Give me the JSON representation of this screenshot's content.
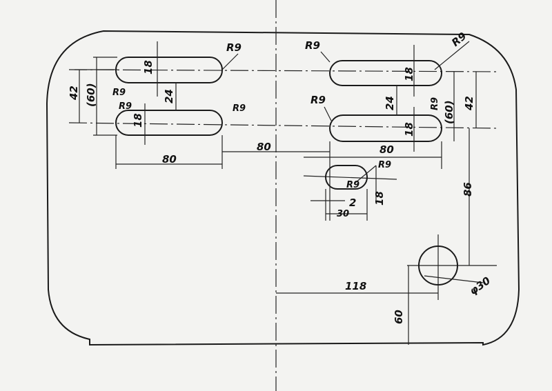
{
  "drawing": {
    "labels": {
      "r9_tl_top": "R9",
      "r9_tl_left": "R9",
      "r9_bl_left": "R9",
      "r9_bl_right": "R9",
      "w18_tl": "18",
      "w18_bl": "18",
      "gap24_left": "24",
      "span42_left": "42",
      "span60_left": "(60)",
      "len80_left": "80",
      "offset80_center": "80",
      "r9_tr_left": "R9",
      "r9_tr_right": "R9",
      "r9_br_left": "R9",
      "r9_br_right": "R9",
      "w18_tr": "18",
      "w18_br": "18",
      "gap24_right": "24",
      "span60_right": "(60)",
      "span42_right": "42",
      "len80_right": "80",
      "r9_small_outer": "R9",
      "r9_small_inner": "R9",
      "w18_small": "18",
      "off2_small": "2",
      "len30_small": "30",
      "dist86": "86",
      "dist118": "118",
      "dist60": "60",
      "dia30": "φ30"
    }
  }
}
